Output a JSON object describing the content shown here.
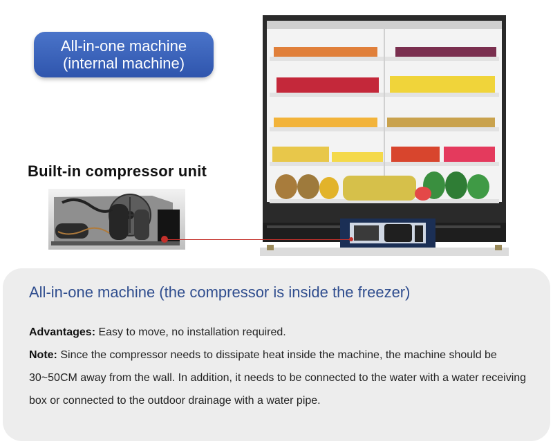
{
  "badge": {
    "line1": "All-in-one machine",
    "line2": "(internal machine)"
  },
  "unit_label": "Built-in compressor unit",
  "info": {
    "title": "All-in-one machine (the compressor is inside the freezer)",
    "advantages_label": "Advantages:",
    "advantages_text": " Easy to move, no installation required.",
    "note_label": "Note:",
    "note_text": " Since the compressor needs to dissipate heat inside the machine, the machine should be 30~50CM away from the wall. In addition, it needs to be connected to the water with a water receiving box or connected to the outdoor drainage with a water pipe."
  },
  "colors": {
    "badge_blue": "#3a62b8",
    "title_blue": "#2f4d8e",
    "connector_red": "#c4302b",
    "panel_gray": "#ededed"
  }
}
